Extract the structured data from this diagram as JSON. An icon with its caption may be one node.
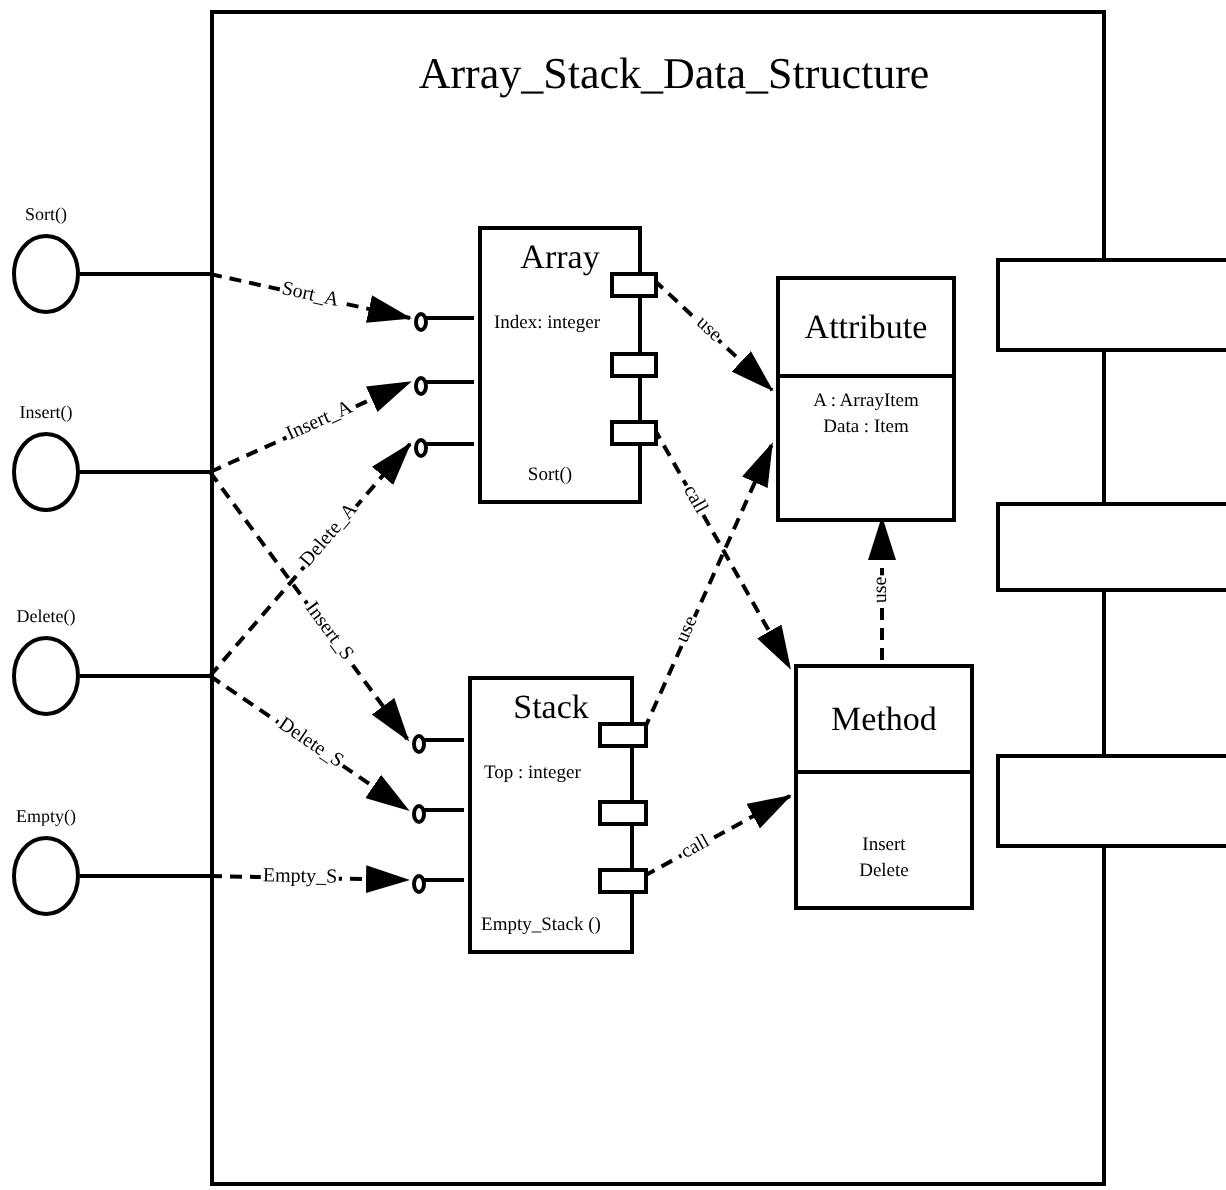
{
  "diagram": {
    "nodes": [
      {
        "text": [
          "Array_Stack_Data_Structure"
        ]
      },
      {
        "text": [
          "Sort()"
        ]
      },
      {
        "text": [
          "Insert()"
        ]
      },
      {
        "text": [
          "Delete()"
        ]
      },
      {
        "text": [
          "Empty()"
        ]
      },
      {
        "text": [
          "Array",
          "Index: integer",
          "Sort()"
        ],
        "in": 0
      },
      {
        "text": [
          "Stack",
          "Top : integer",
          "Empty_Stack ()"
        ],
        "in": 0
      },
      {
        "text": [
          "Attribute",
          "A : ArrayItem",
          "Data : Item"
        ],
        "in": 0
      },
      {
        "text": [
          "Method",
          "Insert",
          "Delete"
        ],
        "in": 0
      },
      {
        "text": [],
        "shape": "circle",
        "in": 0
      },
      {
        "text": [],
        "shape": "circle",
        "in": 0
      },
      {
        "text": [],
        "shape": "circle",
        "in": 0
      },
      {
        "text": [],
        "shape": "circle",
        "in": 0
      },
      {
        "text": [],
        "shape": "circle",
        "in": 0
      },
      {
        "text": [],
        "shape": "circle",
        "in": 0
      },
      {
        "text": [],
        "shape": "box",
        "in": 0
      },
      {
        "text": [],
        "shape": "box",
        "in": 0
      },
      {
        "text": [],
        "shape": "box",
        "in": 0
      },
      {
        "text": [],
        "shape": "box",
        "in": 0
      },
      {
        "text": [],
        "shape": "box",
        "in": 0
      },
      {
        "text": [],
        "shape": "box",
        "in": 0
      },
      {
        "text": [],
        "shape": "box"
      },
      {
        "text": [],
        "shape": "box"
      },
      {
        "text": [],
        "shape": "box"
      }
    ],
    "edges": [
      {
        "from": 1,
        "to": 0,
        "arrow": "none"
      },
      {
        "from": 2,
        "to": 0,
        "arrow": "none"
      },
      {
        "from": 3,
        "to": 0,
        "arrow": "none"
      },
      {
        "from": 4,
        "to": 0,
        "arrow": "none"
      },
      {
        "from": 0,
        "to": 9,
        "arrow": "to",
        "label": "Sort_A",
        "style": "dashed"
      },
      {
        "from": 0,
        "to": 10,
        "arrow": "to",
        "label": "Insert_A",
        "style": "dashed"
      },
      {
        "from": 0,
        "to": 12,
        "arrow": "to",
        "label": "Insert_S",
        "style": "dashed"
      },
      {
        "from": 0,
        "to": 11,
        "arrow": "to",
        "label": "Delete_A",
        "style": "dashed"
      },
      {
        "from": 0,
        "to": 13,
        "arrow": "to",
        "label": "Delete_S",
        "style": "dashed"
      },
      {
        "from": 0,
        "to": 14,
        "arrow": "to",
        "label": "Empty_S",
        "style": "dashed"
      },
      {
        "from": 9,
        "to": 5,
        "arrow": "none"
      },
      {
        "from": 10,
        "to": 5,
        "arrow": "none"
      },
      {
        "from": 11,
        "to": 5,
        "arrow": "none"
      },
      {
        "from": 12,
        "to": 6,
        "arrow": "none"
      },
      {
        "from": 13,
        "to": 6,
        "arrow": "none"
      },
      {
        "from": 14,
        "to": 6,
        "arrow": "none"
      },
      {
        "from": 15,
        "to": 7,
        "arrow": "to",
        "label": "use",
        "style": "dashed"
      },
      {
        "from": 17,
        "to": 8,
        "arrow": "to",
        "label": "call",
        "style": "dashed"
      },
      {
        "from": 18,
        "to": 7,
        "arrow": "to",
        "label": "use",
        "style": "dashed"
      },
      {
        "from": 20,
        "to": 8,
        "arrow": "to",
        "label": "call",
        "style": "dashed"
      },
      {
        "from": 8,
        "to": 7,
        "arrow": "to",
        "label": "use",
        "style": "dashed"
      }
    ]
  }
}
